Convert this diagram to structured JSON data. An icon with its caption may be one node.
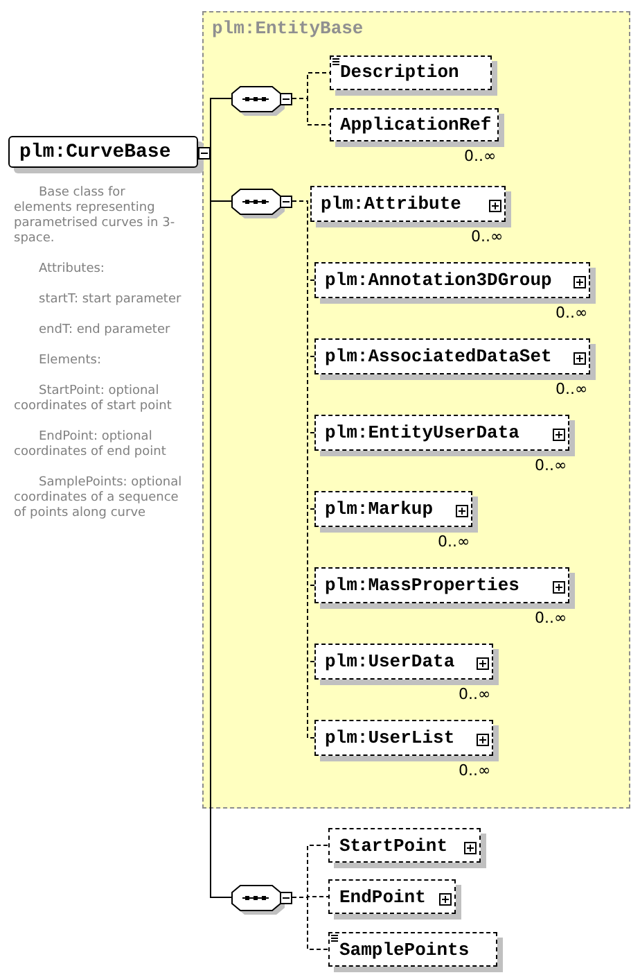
{
  "diagram": {
    "nodes": [
      {
        "text": [
          "plm:EntityBase"
        ]
      },
      {
        "text": [
          "plm:CurveBase"
        ],
        "beside": [
          "Base class for elements representing parametrised curves in 3-space.",
          "Attributes:",
          "startT: start parameter",
          "endT: end parameter",
          "Elements:",
          "StartPoint: optional coordinates of start point",
          "EndPoint: optional coordinates of end point",
          "SamplePoints: optional coordinates of a sequence of points along curve"
        ]
      },
      {
        "text": [],
        "shape": "octagon",
        "in": 0
      },
      {
        "text": [
          "Description"
        ],
        "in": 0
      },
      {
        "text": [
          "ApplicationRef"
        ],
        "in": 0,
        "beside": [
          "0..∞"
        ]
      },
      {
        "text": [],
        "shape": "octagon",
        "in": 0
      },
      {
        "text": [
          "plm:Attribute"
        ],
        "in": 0,
        "beside": [
          "0..∞"
        ]
      },
      {
        "text": [
          "plm:Annotation3DGroup"
        ],
        "in": 0,
        "beside": [
          "0..∞"
        ]
      },
      {
        "text": [
          "plm:AssociatedDataSet"
        ],
        "in": 0,
        "beside": [
          "0..∞"
        ]
      },
      {
        "text": [
          "plm:EntityUserData"
        ],
        "in": 0,
        "beside": [
          "0..∞"
        ]
      },
      {
        "text": [
          "plm:Markup"
        ],
        "in": 0,
        "beside": [
          "0..∞"
        ]
      },
      {
        "text": [
          "plm:MassProperties"
        ],
        "in": 0,
        "beside": [
          "0..∞"
        ]
      },
      {
        "text": [
          "plm:UserData"
        ],
        "in": 0,
        "beside": [
          "0..∞"
        ]
      },
      {
        "text": [
          "plm:UserList"
        ],
        "in": 0,
        "beside": [
          "0..∞"
        ]
      },
      {
        "text": [],
        "shape": "octagon"
      },
      {
        "text": [
          "StartPoint"
        ]
      },
      {
        "text": [
          "EndPoint"
        ]
      },
      {
        "text": [
          "SamplePoints"
        ]
      }
    ],
    "edges": [
      {
        "from": 1,
        "to": 2,
        "arrow": "none"
      },
      {
        "from": 1,
        "to": 5,
        "arrow": "none"
      },
      {
        "from": 1,
        "to": 14,
        "arrow": "none"
      },
      {
        "from": 2,
        "to": 3,
        "arrow": "none",
        "style": "dashed"
      },
      {
        "from": 2,
        "to": 4,
        "arrow": "none",
        "style": "dashed"
      },
      {
        "from": 5,
        "to": 6,
        "arrow": "none",
        "style": "dashed"
      },
      {
        "from": 5,
        "to": 7,
        "arrow": "none",
        "style": "dashed"
      },
      {
        "from": 5,
        "to": 8,
        "arrow": "none",
        "style": "dashed"
      },
      {
        "from": 5,
        "to": 9,
        "arrow": "none",
        "style": "dashed"
      },
      {
        "from": 5,
        "to": 10,
        "arrow": "none",
        "style": "dashed"
      },
      {
        "from": 5,
        "to": 11,
        "arrow": "none",
        "style": "dashed"
      },
      {
        "from": 5,
        "to": 12,
        "arrow": "none",
        "style": "dashed"
      },
      {
        "from": 5,
        "to": 13,
        "arrow": "none",
        "style": "dashed"
      },
      {
        "from": 14,
        "to": 15,
        "arrow": "none",
        "style": "dashed"
      },
      {
        "from": 14,
        "to": 16,
        "arrow": "none",
        "style": "dashed"
      },
      {
        "from": 14,
        "to": 17,
        "arrow": "none",
        "style": "dashed"
      }
    ]
  }
}
